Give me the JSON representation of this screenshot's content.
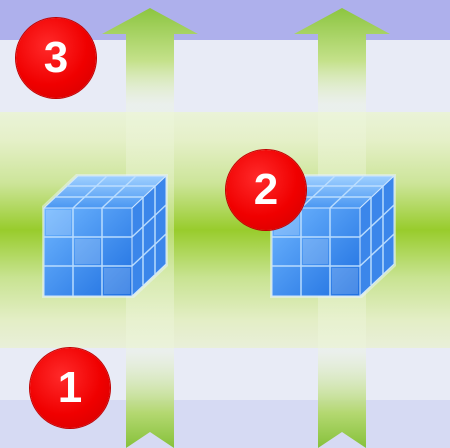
{
  "badges": [
    {
      "label": "1"
    },
    {
      "label": "2"
    },
    {
      "label": "3"
    }
  ]
}
